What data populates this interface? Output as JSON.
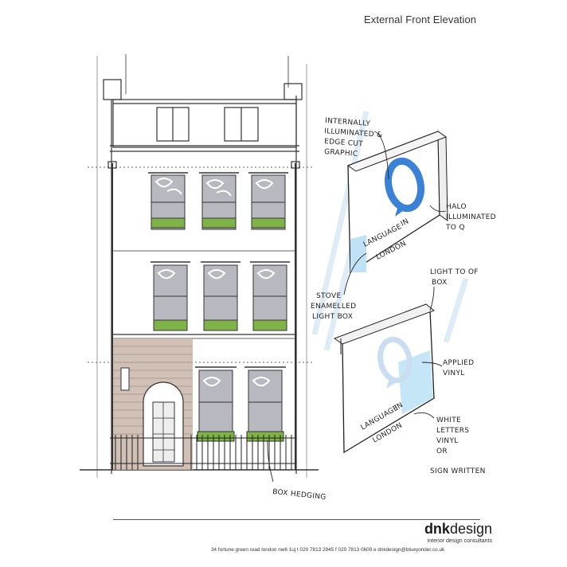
{
  "page": {
    "title": "External Front Elevation"
  },
  "annotations": {
    "sign_top_1": "INTERNALLY",
    "sign_top_2": "ILLUMINATED &",
    "sign_top_3": "EDGE CUT",
    "sign_top_4": "GRAPHIC",
    "halo_1": "HALO",
    "halo_2": "ILLUMINATED",
    "halo_3": "TO Q",
    "stove_1": "STOVE",
    "stove_2": "ENAMELLED",
    "stove_3": "LIGHT BOX",
    "light_1": "LIGHT TO OF",
    "light_2": "BOX",
    "applied_1": "APPLIED",
    "applied_2": "VINYL",
    "white_1": "WHITE",
    "white_2": "LETTERS",
    "white_3": "VINYL",
    "white_4": "OR",
    "white_5": "SIGN WRITTEN",
    "box_hedging": "BOX HEDGING",
    "logo_line1": "LANGUAGE",
    "logo_line2": "IN",
    "logo_line3": "LONDON"
  },
  "footer": {
    "brand_bold": "dnk",
    "brand_light": "design",
    "tagline": "interior design consultants",
    "address": "34 fortune green road london nw6 1uj  t 020 7813 2945  f 020 7813 0609  e dnkdesign@blueyonder.co.uk"
  },
  "colors": {
    "ink": "#222222",
    "sign_blue": "#3b82d6",
    "sign_light_blue": "#bfe3f5",
    "hedge_green": "#7fb347",
    "basement_brown": "#c9b5a8",
    "window_grey": "#b8b8c0"
  }
}
